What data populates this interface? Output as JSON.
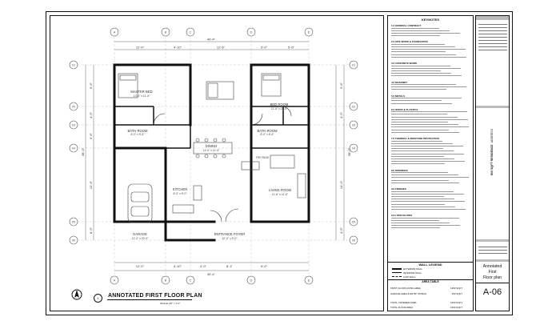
{
  "drawing": {
    "title": "ANNOTATED FIRST FLOOR PLAN",
    "scale": "SCALE 1/8\" = 1'-0\"",
    "number": "1",
    "grid_columns_top": [
      "A",
      "B",
      "C",
      "D",
      "E"
    ],
    "grid_columns_bottom": [
      "A",
      "B",
      "C",
      "D",
      "E"
    ],
    "grid_rows": [
      "01",
      "02",
      "03",
      "04",
      "05",
      "06"
    ],
    "rooms": [
      {
        "name": "MASTER BED",
        "size": "13'-0\" x 11'-6\""
      },
      {
        "name": "BED ROOM",
        "size": "11'-6\" x 11'-6\""
      },
      {
        "name": "BATH ROOM",
        "size": "8'-0\" x 5'-6\""
      },
      {
        "name": "BATH ROOM",
        "size": "8'-0\" x 5'-6\""
      },
      {
        "name": "DINING",
        "size": "14'-0\" x 11'-6\""
      },
      {
        "name": "KITCHEN",
        "size": "8'-0\" x 9'-0\""
      },
      {
        "name": "LIVING ROOM",
        "size": "11'-6\" x 11'-6\""
      },
      {
        "name": "GARAGE",
        "size": "12'-0\" x 20'-0\""
      },
      {
        "name": "ENTRANCE FOYER",
        "size": "10'-0\" x 5'-0\""
      },
      {
        "name": "TRV PAGE",
        "size": ""
      }
    ],
    "dims_top": [
      "40'-4\"",
      "12'-0\"",
      "4'-10\"",
      "12'-6\"",
      "5'-0\"",
      "5'-6\""
    ],
    "dims_bottom": [
      "12'-0\"",
      "4'-10\"",
      "4'-0\"",
      "8'-1\"",
      "5'-0\"",
      "40'-4\""
    ],
    "dims_left": [
      "9'-6\"",
      "4'-0\"",
      "9'-6\"",
      "12'-6\"",
      "8'-0\"",
      "38'-0\""
    ],
    "dims_right": [
      "9'-6\"",
      "4'-0\"",
      "14'-0\"",
      "4'-6\"",
      "38'-0\""
    ]
  },
  "notes": {
    "title": "KEYNOTES",
    "sections": [
      {
        "heading": "1.0 GENERAL CONTRACT",
        "lines": 4
      },
      {
        "heading": "2.0 SITE WORK & FOUNDATION",
        "lines": 6
      },
      {
        "heading": "3.0 CONCRETE WORK",
        "lines": 5
      },
      {
        "heading": "4.0 MASONRY",
        "lines": 3
      },
      {
        "heading": "5.0 METALS",
        "lines": 3
      },
      {
        "heading": "6.0 WOOD & PLASTICS",
        "lines": 9
      },
      {
        "heading": "7.0 THERMAL & MOISTURE PROTECTION",
        "lines": 10
      },
      {
        "heading": "8.0 OPENINGS",
        "lines": 5
      },
      {
        "heading": "9.0 FINISHES",
        "lines": 8
      },
      {
        "heading": "10.0 SPECIALTIES",
        "lines": 5
      }
    ]
  },
  "legend": {
    "title": "WALL LEGEND",
    "items": [
      "EXTERIOR WALL",
      "INTERIOR WALL",
      "LOW WALL"
    ],
    "area_title": "AREA TABLE",
    "area_rows": [
      {
        "label": "FIRST FLOOR LIVING AREA",
        "value": "1350 SQFT"
      },
      {
        "label": "GARAGE AREA & ENTRY PORCH",
        "value": "250 SQFT"
      },
      {
        "label": "TOTAL COVERED AREA",
        "value": "1600 SQFT"
      },
      {
        "label": "TOTAL FLOOR AREA",
        "value": "1600 SQFT"
      }
    ]
  },
  "title_block": {
    "project": "800 SQFT RESIDENCE",
    "address": "ADDRESS",
    "sheet_title_1": "Annotated",
    "sheet_title_2": "First",
    "sheet_title_3": "Floor plan",
    "sheet_number": "A-06"
  }
}
